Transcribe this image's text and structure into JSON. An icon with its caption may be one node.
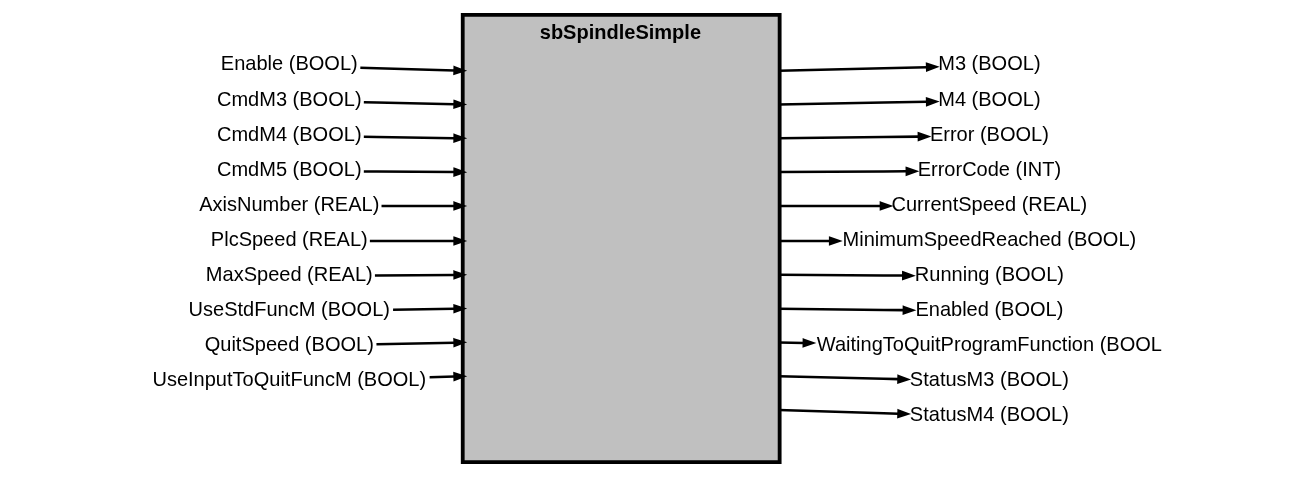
{
  "diagram": {
    "nodes": [
      {
        "text": [
          "sbSpindleSimple"
        ]
      },
      {
        "text": [
          "Enable (BOOL)"
        ]
      },
      {
        "text": [
          "CmdM3 (BOOL)"
        ]
      },
      {
        "text": [
          "CmdM4 (BOOL)"
        ]
      },
      {
        "text": [
          "CmdM5 (BOOL)"
        ]
      },
      {
        "text": [
          "AxisNumber (REAL)"
        ]
      },
      {
        "text": [
          "PlcSpeed (REAL)"
        ]
      },
      {
        "text": [
          "MaxSpeed (REAL)"
        ]
      },
      {
        "text": [
          "UseStdFuncM (BOOL)"
        ]
      },
      {
        "text": [
          "QuitSpeed (BOOL)"
        ]
      },
      {
        "text": [
          "UseInputToQuitFuncM (BOOL)"
        ]
      },
      {
        "text": [
          "M3 (BOOL)"
        ]
      },
      {
        "text": [
          "M4 (BOOL)"
        ]
      },
      {
        "text": [
          "Error (BOOL)"
        ]
      },
      {
        "text": [
          "ErrorCode (INT)"
        ]
      },
      {
        "text": [
          "CurrentSpeed (REAL)"
        ]
      },
      {
        "text": [
          "MinimumSpeedReached (BOOL)"
        ]
      },
      {
        "text": [
          "Running (BOOL)"
        ]
      },
      {
        "text": [
          "Enabled (BOOL)"
        ]
      },
      {
        "text": [
          "WaitingToQuitProgramFunction (BOOL"
        ]
      },
      {
        "text": [
          "StatusM3 (BOOL)"
        ]
      },
      {
        "text": [
          "StatusM4 (BOOL)"
        ]
      }
    ],
    "edges": [
      {
        "from": 1,
        "to": 0,
        "arrow": "to"
      },
      {
        "from": 2,
        "to": 0,
        "arrow": "to"
      },
      {
        "from": 3,
        "to": 0,
        "arrow": "to"
      },
      {
        "from": 4,
        "to": 0,
        "arrow": "to"
      },
      {
        "from": 5,
        "to": 0,
        "arrow": "to"
      },
      {
        "from": 6,
        "to": 0,
        "arrow": "to"
      },
      {
        "from": 7,
        "to": 0,
        "arrow": "to"
      },
      {
        "from": 8,
        "to": 0,
        "arrow": "to"
      },
      {
        "from": 9,
        "to": 0,
        "arrow": "to"
      },
      {
        "from": 10,
        "to": 0,
        "arrow": "to"
      },
      {
        "from": 0,
        "to": 11,
        "arrow": "to"
      },
      {
        "from": 0,
        "to": 12,
        "arrow": "to"
      },
      {
        "from": 0,
        "to": 13,
        "arrow": "to"
      },
      {
        "from": 0,
        "to": 14,
        "arrow": "to"
      },
      {
        "from": 0,
        "to": 15,
        "arrow": "to"
      },
      {
        "from": 0,
        "to": 16,
        "arrow": "to"
      },
      {
        "from": 0,
        "to": 17,
        "arrow": "to"
      },
      {
        "from": 0,
        "to": 18,
        "arrow": "to"
      },
      {
        "from": 0,
        "to": 19,
        "arrow": "to"
      },
      {
        "from": 0,
        "to": 20,
        "arrow": "to"
      },
      {
        "from": 0,
        "to": 21,
        "arrow": "to"
      }
    ]
  }
}
